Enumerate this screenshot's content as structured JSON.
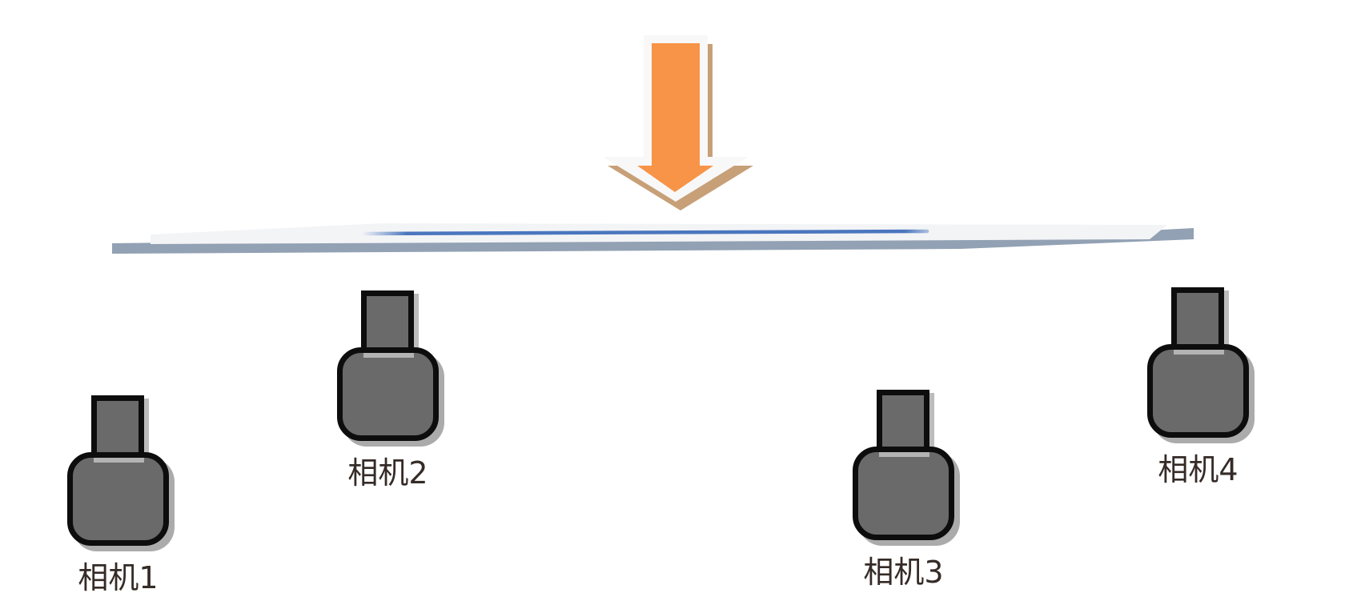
{
  "diagram": {
    "arrow": {
      "direction": "down",
      "fill": "#f79447",
      "outline": "#f8f8f8",
      "shadow": "#c7a078"
    },
    "platform": {
      "surface_color": "#f3f4f6",
      "edge_color": "#92a1b3",
      "glass_line_color": "#4a76be"
    },
    "cameras": [
      {
        "label": "相机1"
      },
      {
        "label": "相机2"
      },
      {
        "label": "相机3"
      },
      {
        "label": "相机4"
      }
    ],
    "camera_style": {
      "body_color": "#6a6a6a",
      "border_color": "#0d0d0d",
      "highlight_color": "#b3b3b3",
      "shadow_color": "#ababab",
      "lens_shadow_color": "#bcbcbc",
      "label_color": "#352b27"
    }
  }
}
